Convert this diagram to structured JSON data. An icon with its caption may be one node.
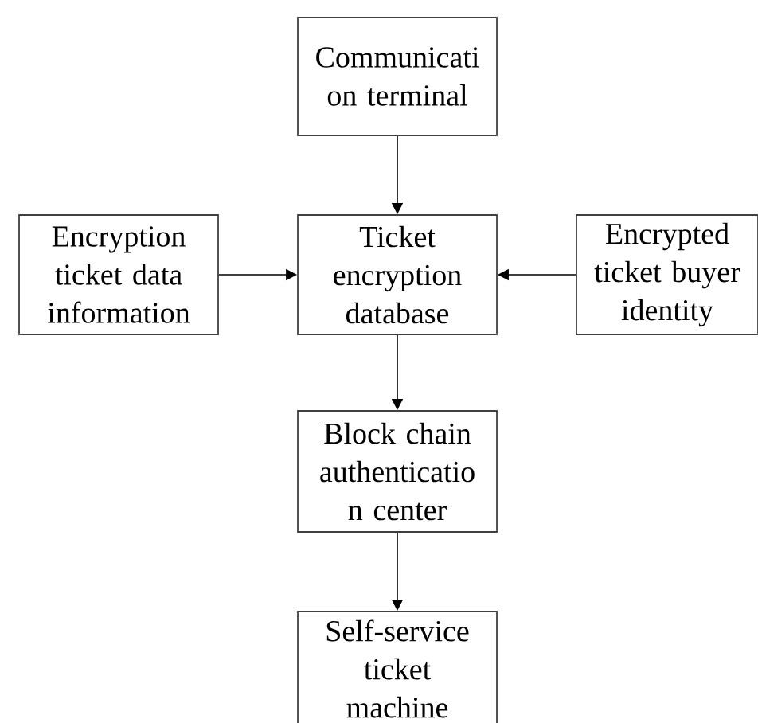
{
  "diagram": {
    "nodes": [
      {
        "text": [
          "Communicati on terminal"
        ]
      },
      {
        "text": [
          "Encryption ticket data information"
        ]
      },
      {
        "text": [
          "Ticket encryption database"
        ]
      },
      {
        "text": [
          "Encrypted ticket buyer identity"
        ]
      },
      {
        "text": [
          "Block chain authenticatio n center"
        ]
      },
      {
        "text": [
          "Self-service ticket machine"
        ]
      }
    ],
    "edges": [
      {
        "from": 0,
        "to": 2,
        "arrow": "to"
      },
      {
        "from": 1,
        "to": 2,
        "arrow": "to"
      },
      {
        "from": 3,
        "to": 2,
        "arrow": "to"
      },
      {
        "from": 2,
        "to": 4,
        "arrow": "to"
      },
      {
        "from": 4,
        "to": 5,
        "arrow": "to"
      }
    ]
  }
}
